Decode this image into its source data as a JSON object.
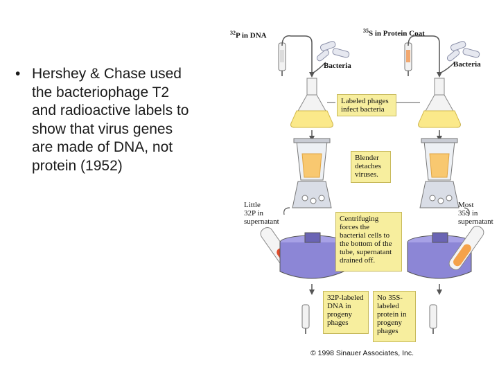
{
  "bullet": {
    "symbol": "•",
    "lines": [
      "Hershey & Chase used",
      "the bacteriophage T2",
      "and radioactive labels to",
      "show that virus genes",
      "are made of DNA, not",
      "protein (1952)"
    ]
  },
  "figure": {
    "left_header": {
      "iso": "32",
      "elem": "P",
      "text": " in DNA"
    },
    "right_header": {
      "iso": "35",
      "elem": "S",
      "text": " in Protein Coat"
    },
    "bacteria_left": "Bacteria",
    "bacteria_right": "Bacteria",
    "note_infect": [
      "Labeled phages",
      "infect bacteria"
    ],
    "note_blender": [
      "Blender",
      "detaches",
      "viruses."
    ],
    "little_label": [
      "Little",
      "32P in",
      "supernatant"
    ],
    "most_label": [
      "Most",
      "35S in",
      "supernatant"
    ],
    "note_centrifuge": [
      "Centrifuging",
      "forces the",
      "bacterial cells to",
      "the bottom of the",
      "tube, supernatant",
      "drained off."
    ],
    "note_dna": [
      "32P-labeled",
      "DNA in",
      "progeny",
      "phages"
    ],
    "note_protein": [
      "No 35S-",
      "labeled",
      "protein in",
      "progeny",
      "phages"
    ],
    "copyright": "© 1998 Sinauer Associates, Inc."
  },
  "colors": {
    "note_fill": "#f7ee9e",
    "flask_liquid": "#fbe98a",
    "blender_base": "#d9dde6",
    "centrifuge": "#8c86d6",
    "tube_red": "#e24b2a"
  }
}
